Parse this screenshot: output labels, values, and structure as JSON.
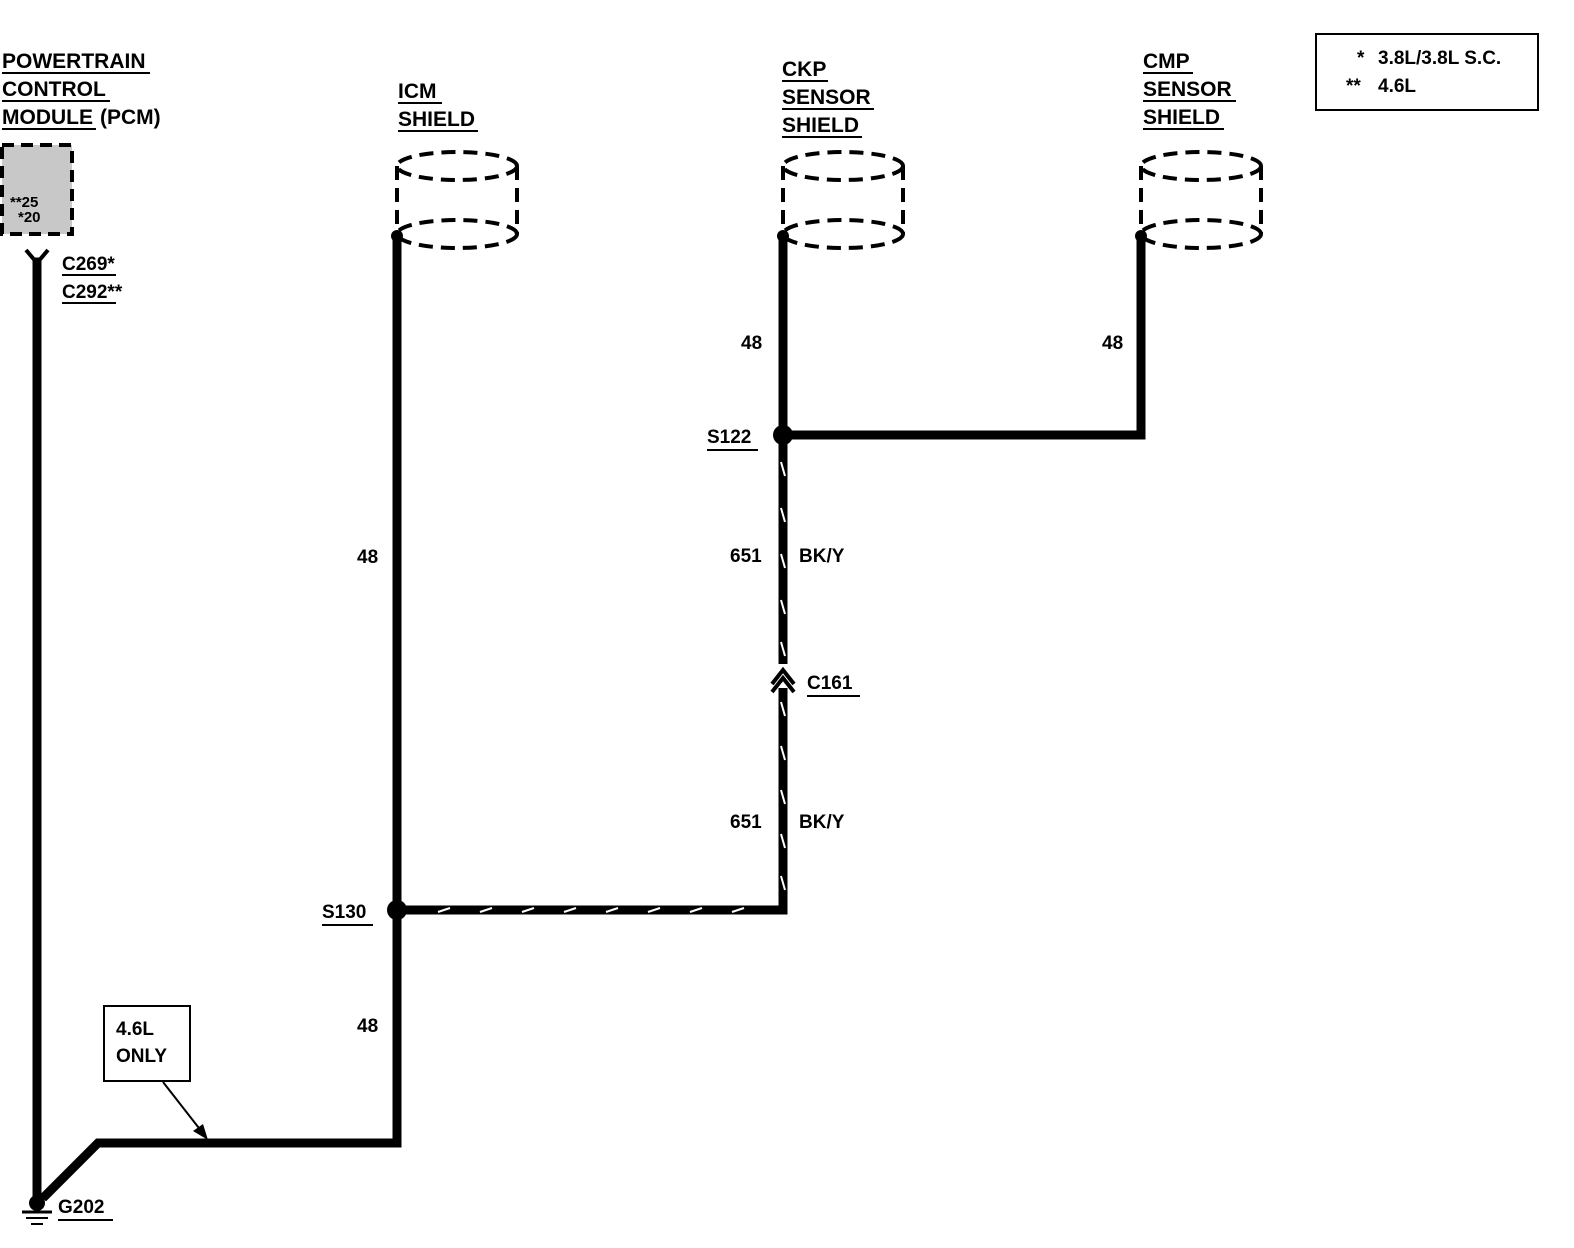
{
  "pcm": {
    "title_lines": [
      "POWERTRAIN",
      "CONTROL",
      "MODULE"
    ],
    "title_suffix": "(PCM)",
    "pins": [
      "**25",
      "*20"
    ],
    "connectors": [
      "C269*",
      "C292**"
    ]
  },
  "shields": {
    "icm": [
      "ICM",
      "SHIELD"
    ],
    "ckp": [
      "CKP",
      "SENSOR",
      "SHIELD"
    ],
    "cmp": [
      "CMP",
      "SENSOR",
      "SHIELD"
    ]
  },
  "circuits": {
    "icm_upper": "48",
    "icm_lower": "48",
    "ckp": "48",
    "cmp": "48",
    "bky_upper_number": "651",
    "bky_upper_color": "BK/Y",
    "bky_lower_number": "651",
    "bky_lower_color": "BK/Y"
  },
  "splices": {
    "s122": "S122",
    "s130": "S130"
  },
  "connector_c161": "C161",
  "ground": "G202",
  "note": [
    "4.6L",
    "ONLY"
  ],
  "legend": [
    {
      "marker": "*",
      "text": "3.8L/3.8L S.C."
    },
    {
      "marker": "**",
      "text": "4.6L"
    }
  ]
}
